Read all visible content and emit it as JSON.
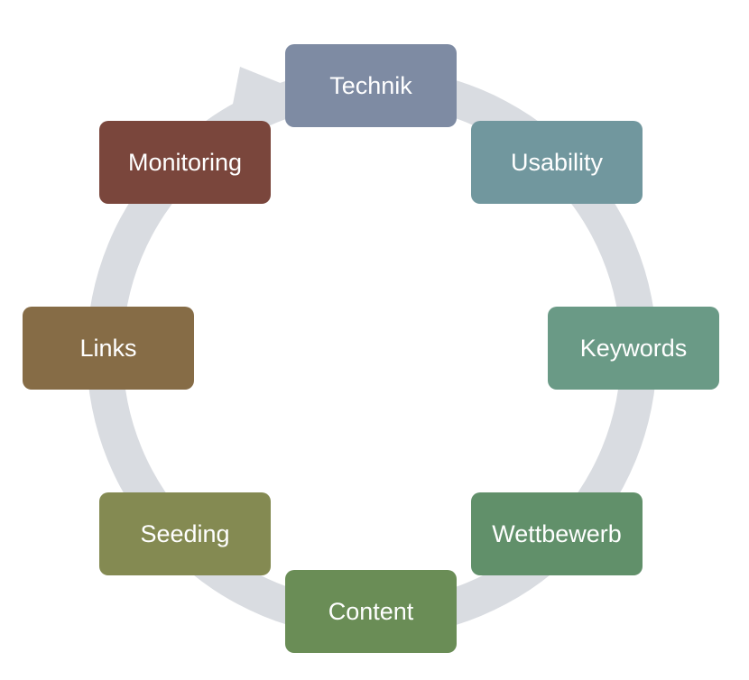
{
  "diagram": {
    "ring_color": "#D9DCE1",
    "nodes": [
      {
        "id": "technik",
        "label": "Technik",
        "color": "#7E8BA3"
      },
      {
        "id": "usability",
        "label": "Usability",
        "color": "#71979E"
      },
      {
        "id": "keywords",
        "label": "Keywords",
        "color": "#6A9A86"
      },
      {
        "id": "wettbewerb",
        "label": "Wettbewerb",
        "color": "#61906A"
      },
      {
        "id": "content",
        "label": "Content",
        "color": "#6A8D56"
      },
      {
        "id": "seeding",
        "label": "Seeding",
        "color": "#848A52"
      },
      {
        "id": "links",
        "label": "Links",
        "color": "#866C46"
      },
      {
        "id": "monitoring",
        "label": "Monitoring",
        "color": "#7A463C"
      }
    ]
  }
}
